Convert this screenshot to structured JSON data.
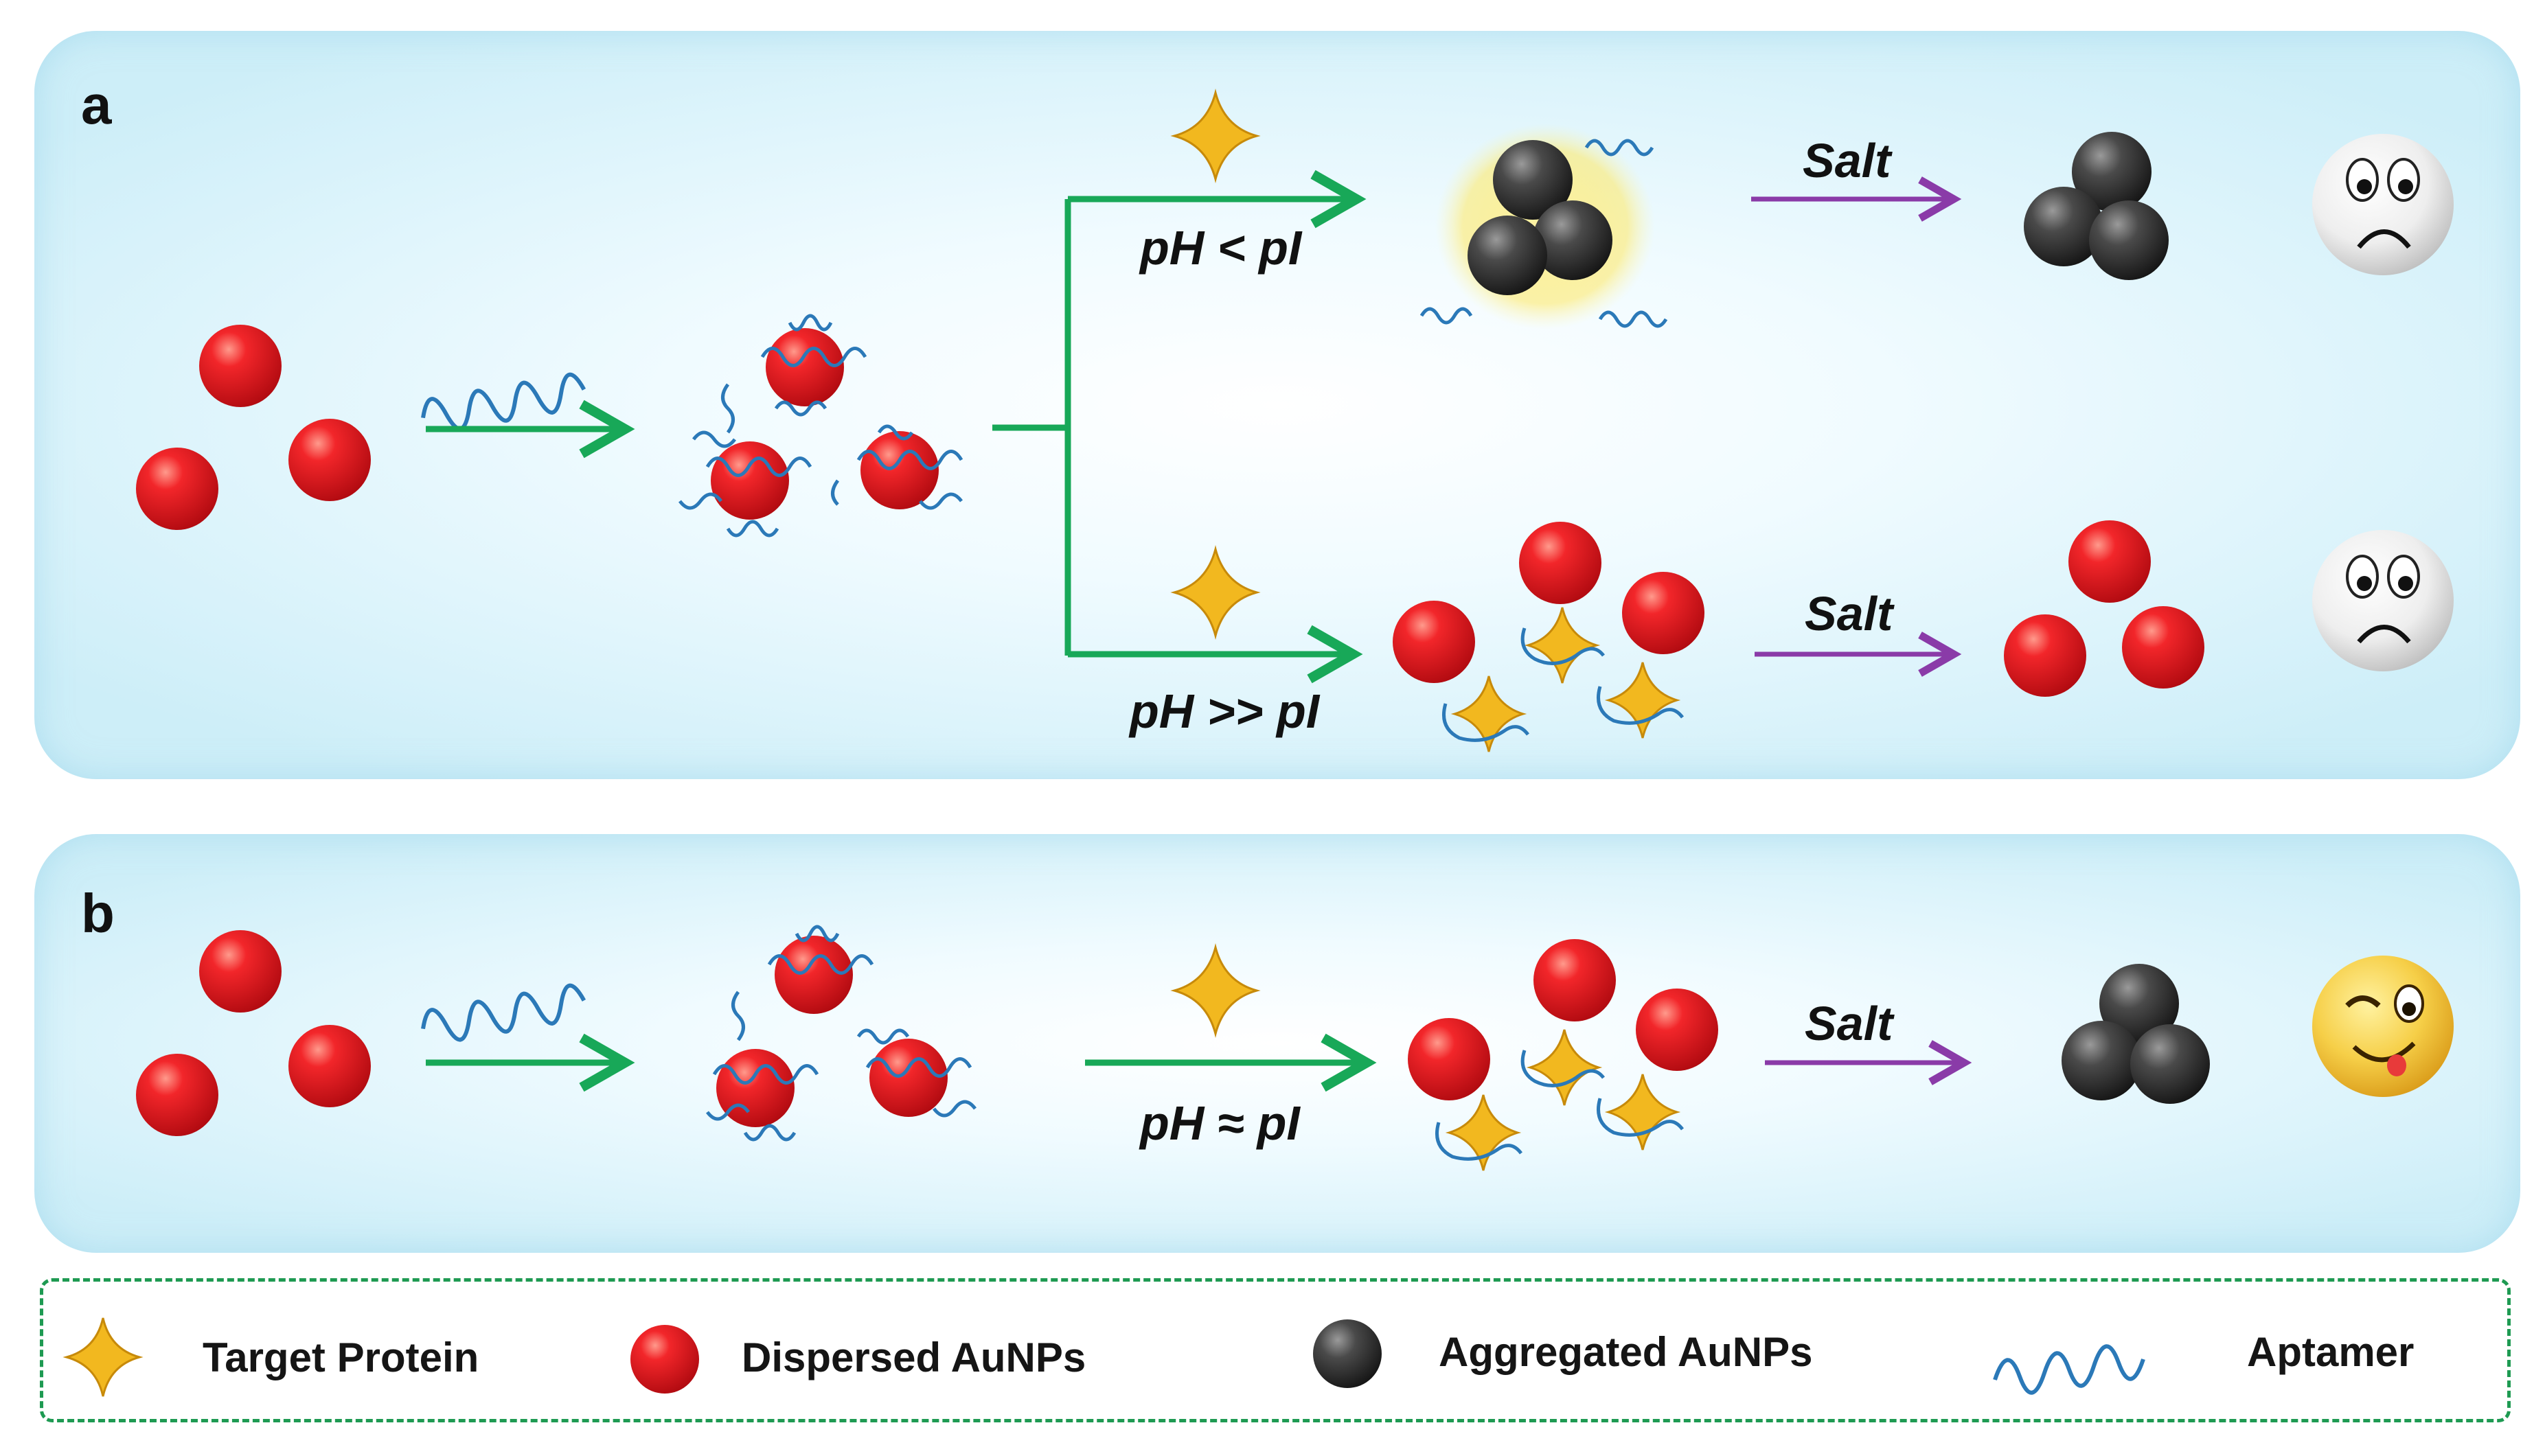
{
  "panels": {
    "a": "a",
    "b": "b"
  },
  "conditions": {
    "a_top": "pH < pI",
    "a_bottom": "pH >> pI",
    "b": "pH ≈ pI"
  },
  "reagent": "Salt",
  "legend": {
    "target_protein": "Target Protein",
    "dispersed": "Dispersed AuNPs",
    "aggregated": "Aggregated AuNPs",
    "aptamer": "Aptamer"
  },
  "outcomes": {
    "a_top": "sad-face",
    "a_bottom": "sad-face",
    "b": "winking-tongue-face"
  },
  "colors": {
    "dispersed": "#e2141a",
    "aggregated": "#3a3a3a",
    "target_protein": "#f2b81f",
    "aptamer": "#2b79b8",
    "green_arrow": "#18a858",
    "purple_arrow": "#8a3ba8",
    "panel_bg": "#cdeef8"
  }
}
